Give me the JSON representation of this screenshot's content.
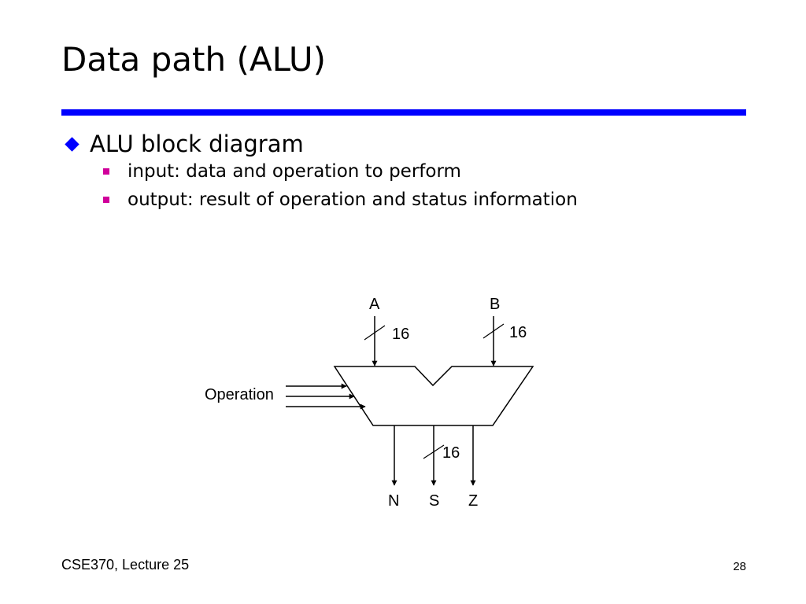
{
  "slide": {
    "title": "Data path (ALU)",
    "accent_color": "#0000ff",
    "sub_bullet_color": "#d0009a"
  },
  "bullets": [
    {
      "text": "ALU block diagram",
      "icon": "diamond-bullet-icon",
      "children": [
        {
          "text": "input: data and operation to perform",
          "icon": "square-bullet-icon"
        },
        {
          "text": "output: result of operation and status information",
          "icon": "square-bullet-icon"
        }
      ]
    }
  ],
  "diagram": {
    "input_a": {
      "label": "A",
      "width": "16"
    },
    "input_b": {
      "label": "B",
      "width": "16"
    },
    "operation_label": "Operation",
    "output_width": "16",
    "outputs": [
      "N",
      "S",
      "Z"
    ]
  },
  "footer": {
    "course": "CSE370, Lecture 25",
    "page_number": "28"
  }
}
